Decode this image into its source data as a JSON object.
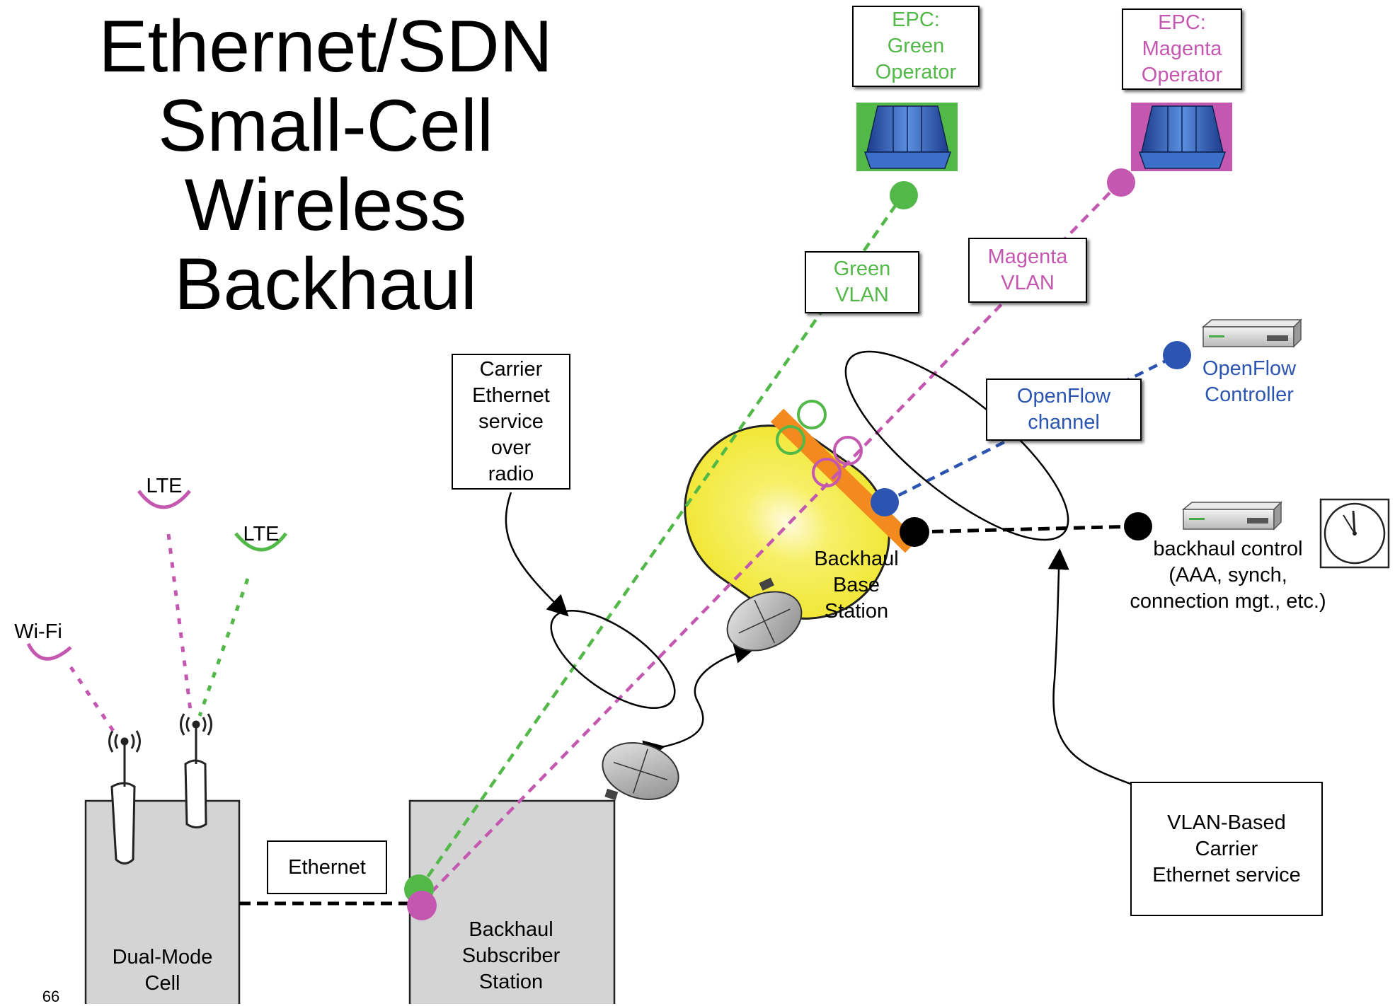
{
  "title": "Ethernet/SDN\nSmall-Cell\nWireless\nBackhaul",
  "page_number": "66",
  "labels": {
    "epc_green": "EPC:\nGreen\nOperator",
    "epc_magenta": "EPC:\nMagenta\nOperator",
    "green_vlan": "Green\nVLAN",
    "magenta_vlan": "Magenta\nVLAN",
    "openflow_channel": "OpenFlow\nchannel",
    "openflow_controller": "OpenFlow\nController",
    "carrier_ethernet_radio": "Carrier\nEthernet\nservice\nover\nradio",
    "backhaul_base_station": "Backhaul\nBase\nStation",
    "backhaul_control": "backhaul control\n(AAA, synch,\nconnection mgt., etc.)",
    "vlan_based_service": "VLAN-Based\nCarrier\nEthernet service",
    "ethernet": "Ethernet",
    "dual_mode_cell": "Dual-Mode\nCell",
    "backhaul_subscriber_station": "Backhaul\nSubscriber\nStation",
    "lte_magenta": "LTE",
    "lte_green": "LTE",
    "wifi": "Wi-Fi"
  },
  "colors": {
    "green": "#52b848",
    "magenta": "#c458b0",
    "blue": "#2b55b0",
    "orange": "#f28a1e",
    "yellow": "#f2e93a",
    "box_gray": "#d4d4d4"
  }
}
